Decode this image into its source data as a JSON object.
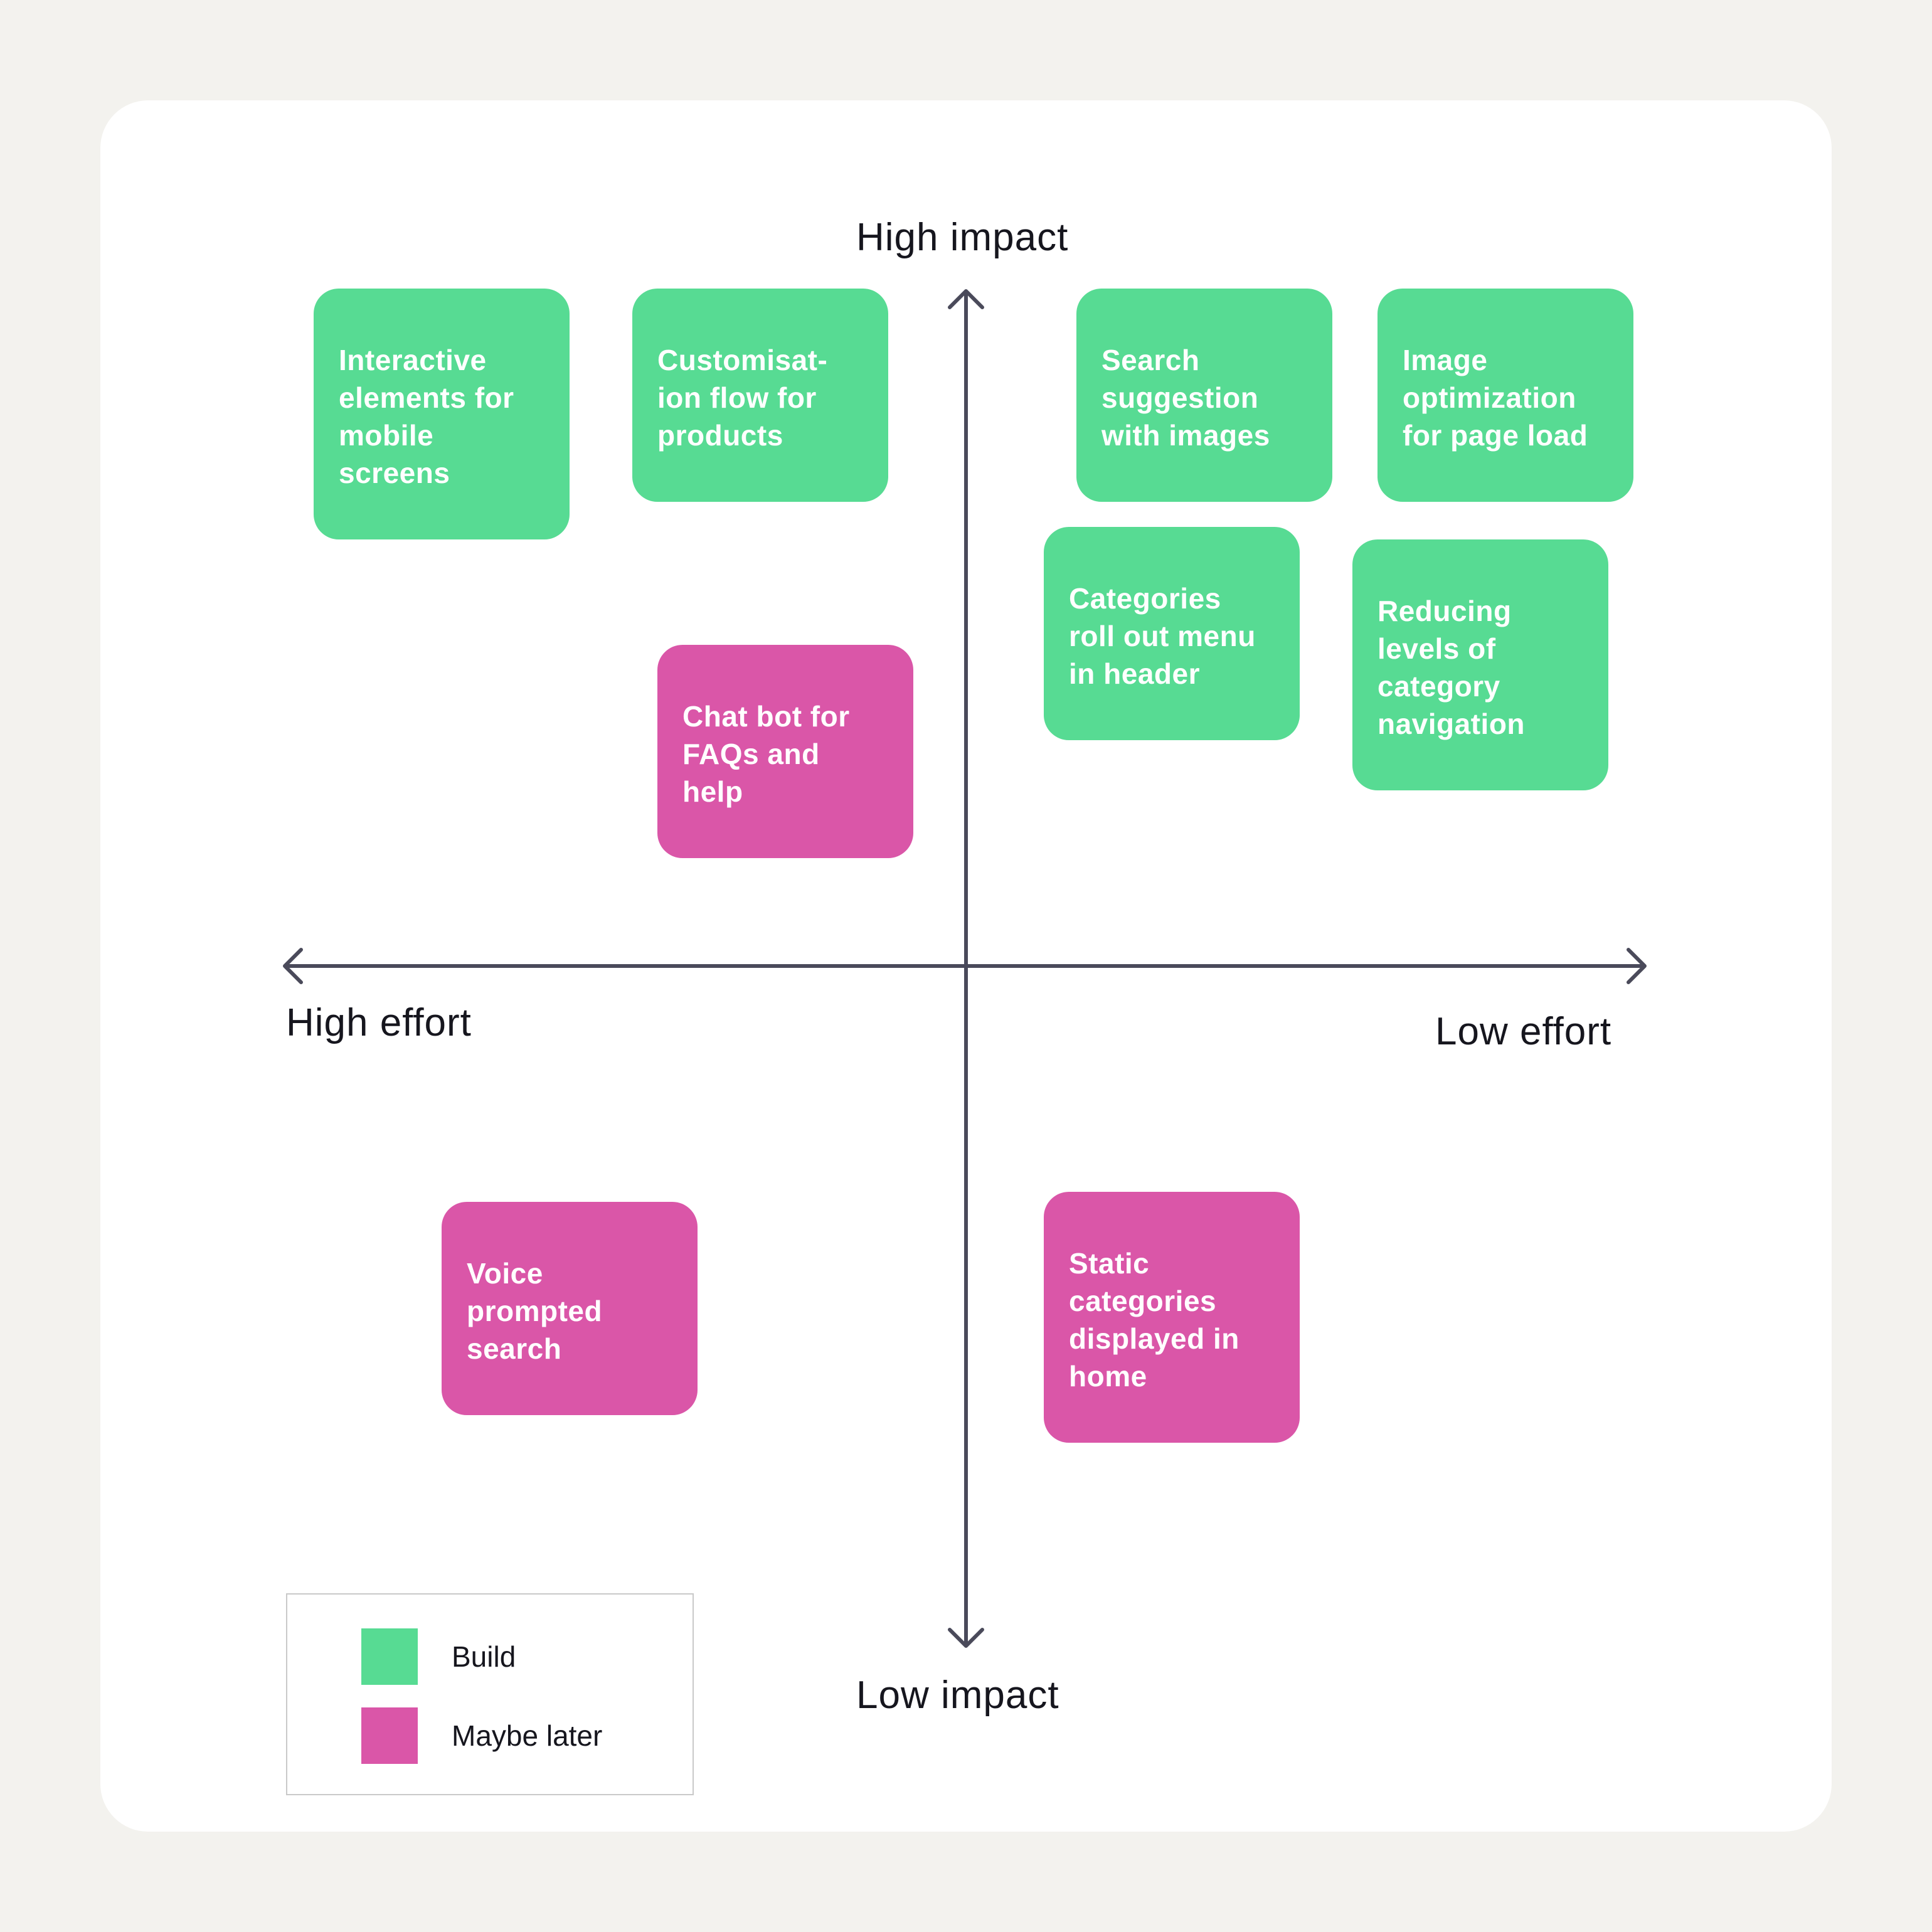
{
  "axes": {
    "top_label": "High impact",
    "bottom_label": "Low impact",
    "left_label": "High effort",
    "right_label": "Low effort"
  },
  "colors": {
    "build": "#57db93",
    "maybe_later": "#da56a8",
    "axis": "#4a4a5a"
  },
  "cards": [
    {
      "lines": [
        "Interactive",
        "elements for",
        "mobile",
        "screens"
      ],
      "status": "build"
    },
    {
      "lines": [
        "Customisat-",
        "ion flow for",
        "products"
      ],
      "status": "build"
    },
    {
      "lines": [
        "Search",
        "suggestion",
        "with images"
      ],
      "status": "build"
    },
    {
      "lines": [
        "Image",
        "optimization",
        "for page load"
      ],
      "status": "build"
    },
    {
      "lines": [
        "Categories",
        "roll out menu",
        "in header"
      ],
      "status": "build"
    },
    {
      "lines": [
        "Reducing",
        "levels of",
        "category",
        "navigation"
      ],
      "status": "build"
    },
    {
      "lines": [
        "Chat bot for",
        "FAQs and",
        "help"
      ],
      "status": "maybe_later"
    },
    {
      "lines": [
        "Voice",
        "prompted",
        "search"
      ],
      "status": "maybe_later"
    },
    {
      "lines": [
        "Static",
        "categories",
        "displayed in",
        "home"
      ],
      "status": "maybe_later"
    }
  ],
  "legend": {
    "items": [
      {
        "label": "Build",
        "status": "build"
      },
      {
        "label": "Maybe later",
        "status": "maybe_later"
      }
    ]
  }
}
